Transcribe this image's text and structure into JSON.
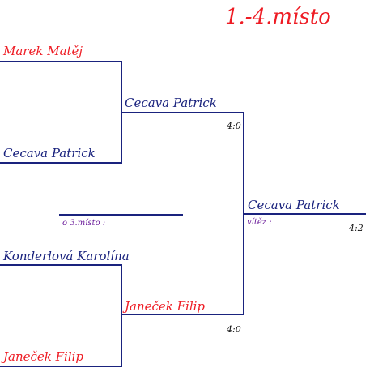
{
  "title": "1.-4.místo",
  "round1": [
    {
      "name": "Marek Matěj",
      "winner": false
    },
    {
      "name": "Cecava Patrick",
      "winner": true
    },
    {
      "name": "Konderlová Karolína",
      "winner": false
    },
    {
      "name": "Janeček Filip",
      "winner": true
    }
  ],
  "round2": [
    {
      "name": "Cecava Patrick",
      "score": "4:0",
      "winner": true
    },
    {
      "name": "Janeček Filip",
      "score": "4:0",
      "winner": false
    }
  ],
  "final": {
    "name": "Cecava Patrick",
    "score": "4:2",
    "winner_label": "vítěz :"
  },
  "third_place": {
    "label": "o 3.místo :"
  }
}
